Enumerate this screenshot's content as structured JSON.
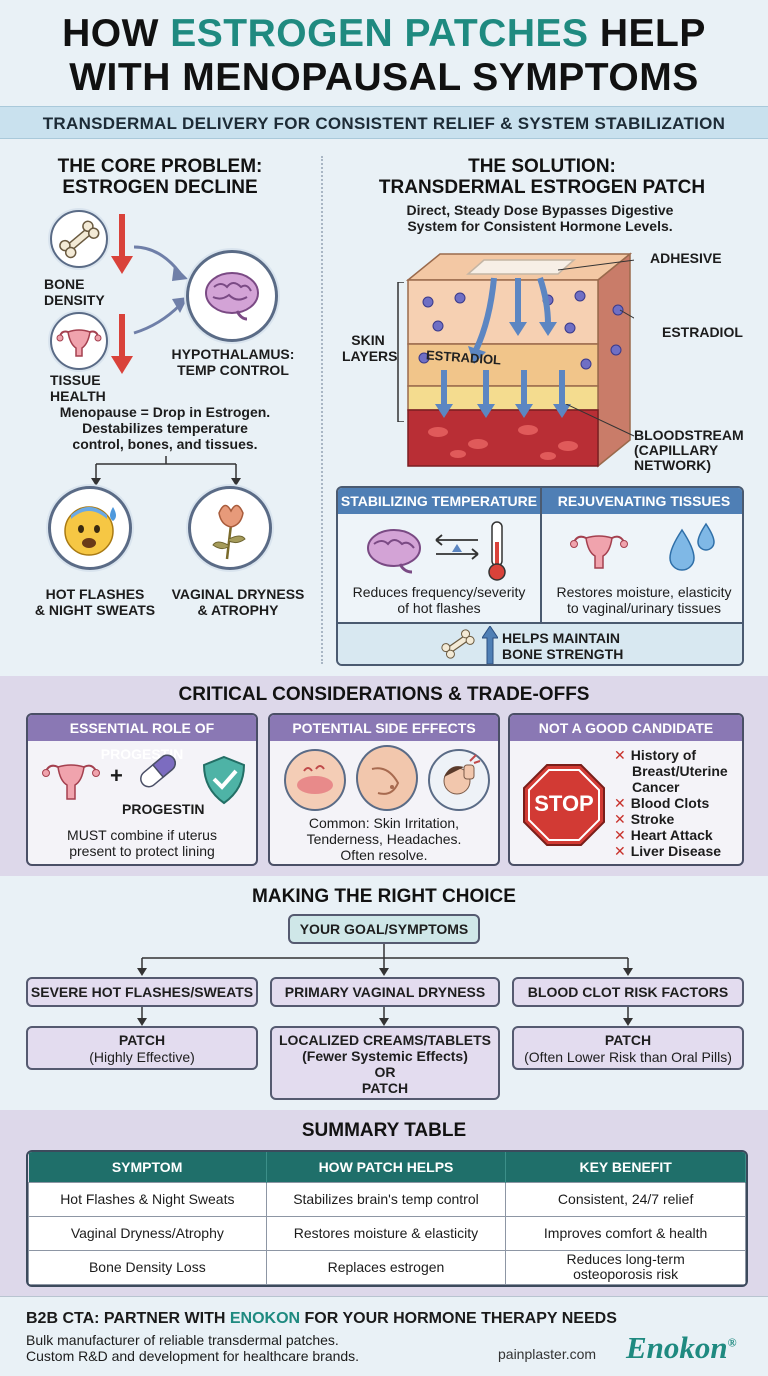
{
  "header": {
    "title_line1_a": "HOW ",
    "title_line1_hl": "ESTROGEN PATCHES",
    "title_line1_b": " HELP",
    "title_line2": "WITH MENOPAUSAL SYMPTOMS",
    "subtitle": "TRANSDERMAL DELIVERY FOR CONSISTENT RELIEF & SYSTEM STABILIZATION"
  },
  "problem": {
    "heading_line1": "THE CORE PROBLEM:",
    "heading_line2": "ESTROGEN DECLINE",
    "bone_label_1": "BONE",
    "bone_label_2": "DENSITY",
    "tissue_label_1": "TISSUE",
    "tissue_label_2": "HEALTH",
    "hypo_label_1": "HYPOTHALAMUS:",
    "hypo_label_2": "TEMP CONTROL",
    "desc_1": "Menopause = Drop in Estrogen.",
    "desc_2": "Destabilizes temperature",
    "desc_3": "control, bones, and tissues.",
    "hot_label_1": "HOT FLASHES",
    "hot_label_2": "& NIGHT SWEATS",
    "dry_label_1": "VAGINAL DRYNESS",
    "dry_label_2": "& ATROPHY"
  },
  "solution": {
    "heading_line1": "THE SOLUTION:",
    "heading_line2": "TRANSDERMAL ESTROGEN PATCH",
    "desc_1": "Direct, Steady Dose Bypasses Digestive",
    "desc_2": "System for Consistent Hormone Levels.",
    "adhesive": "ADHESIVE",
    "estradiol": "ESTRADIOL",
    "estradiol_inner": "ESTRADIOL",
    "skin_1": "SKIN",
    "skin_2": "LAYERS",
    "blood_1": "BLOODSTREAM",
    "blood_2": "(CAPILLARY",
    "blood_3": "NETWORK)",
    "temp_header": "STABILIZING TEMPERATURE",
    "temp_desc_1": "Reduces frequency/severity",
    "temp_desc_2": "of hot flashes",
    "tissue_header": "REJUVENATING TISSUES",
    "tissue_desc_1": "Restores moisture, elasticity",
    "tissue_desc_2": "to vaginal/urinary tissues",
    "bone_1": "HELPS MAINTAIN",
    "bone_2": "BONE STRENGTH"
  },
  "considerations": {
    "heading": "CRITICAL CONSIDERATIONS & TRADE-OFFS",
    "progestin_header": "ESSENTIAL ROLE OF PROGESTIN",
    "progestin_label": "PROGESTIN",
    "progestin_desc_1": "MUST combine if uterus",
    "progestin_desc_2": "present to protect lining",
    "side_header": "POTENTIAL SIDE EFFECTS",
    "side_desc_1": "Common: Skin Irritation,",
    "side_desc_2": "Tenderness, Headaches.",
    "side_desc_3": "Often resolve.",
    "nogood_header": "NOT A GOOD CANDIDATE",
    "stop": "STOP",
    "nogood_items": [
      "History of",
      "Breast/Uterine",
      "Cancer",
      "Blood Clots",
      "Stroke",
      "Heart Attack",
      "Liver Disease"
    ]
  },
  "choice": {
    "heading": "MAKING THE RIGHT CHOICE",
    "goal": "YOUR GOAL/SYMPTOMS",
    "opt1": "SEVERE HOT FLASHES/SWEATS",
    "opt2": "PRIMARY VAGINAL DRYNESS",
    "opt3": "BLOOD CLOT RISK FACTORS",
    "res1_a": "PATCH",
    "res1_b": "(Highly Effective)",
    "res2_a": "LOCALIZED CREAMS/TABLETS",
    "res2_b": "(Fewer Systemic Effects)",
    "res2_c": "OR",
    "res2_d": "PATCH",
    "res3_a": "PATCH",
    "res3_b": "(Often Lower Risk than Oral Pills)"
  },
  "summary": {
    "heading": "SUMMARY TABLE",
    "headers": [
      "SYMPTOM",
      "HOW PATCH HELPS",
      "KEY BENEFIT"
    ],
    "rows": [
      [
        "Hot Flashes & Night Sweats",
        "Stabilizes brain's temp control",
        "Consistent, 24/7 relief"
      ],
      [
        "Vaginal Dryness/Atrophy",
        "Restores moisture & elasticity",
        "Improves comfort & health"
      ],
      [
        "Bone Density Loss",
        "Replaces estrogen",
        "Reduces long-term osteoporosis risk"
      ]
    ]
  },
  "footer": {
    "cta_a": "B2B CTA: PARTNER WITH ",
    "cta_brand": "ENOKON",
    "cta_b": " FOR YOUR HORMONE THERAPY NEEDS",
    "line1": "Bulk manufacturer of reliable transdermal patches.",
    "line2": "Custom R&D and development for healthcare brands.",
    "site": "painplaster.com",
    "logo": "Enokon",
    "reg": "®"
  },
  "colors": {
    "accent_teal": "#1f8a80",
    "arrow_red": "#d9423a",
    "panel_header_lavender": "#8a78b4",
    "panel_header_blue": "#4f7fb5",
    "table_header": "#1f6f6a"
  }
}
